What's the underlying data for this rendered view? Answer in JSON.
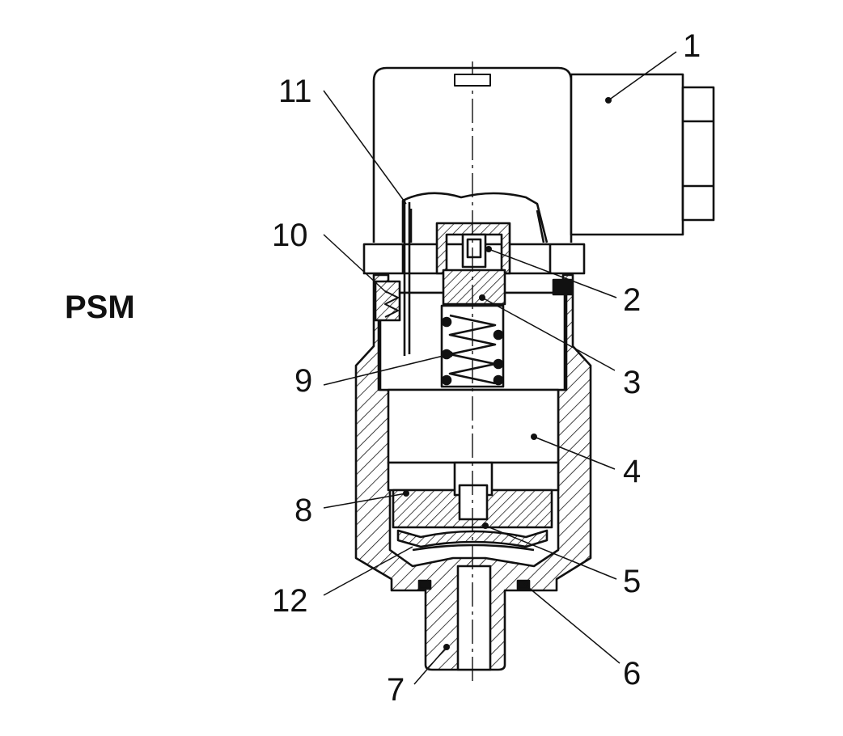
{
  "title": "PSM",
  "callouts": [
    {
      "id": "1",
      "label": "1"
    },
    {
      "id": "2",
      "label": "2"
    },
    {
      "id": "3",
      "label": "3"
    },
    {
      "id": "4",
      "label": "4"
    },
    {
      "id": "5",
      "label": "5"
    },
    {
      "id": "6",
      "label": "6"
    },
    {
      "id": "7",
      "label": "7"
    },
    {
      "id": "8",
      "label": "8"
    },
    {
      "id": "9",
      "label": "9"
    },
    {
      "id": "10",
      "label": "10"
    },
    {
      "id": "11",
      "label": "11"
    },
    {
      "id": "12",
      "label": "12"
    }
  ],
  "colors": {
    "ink": "#111111",
    "background": "#ffffff"
  }
}
